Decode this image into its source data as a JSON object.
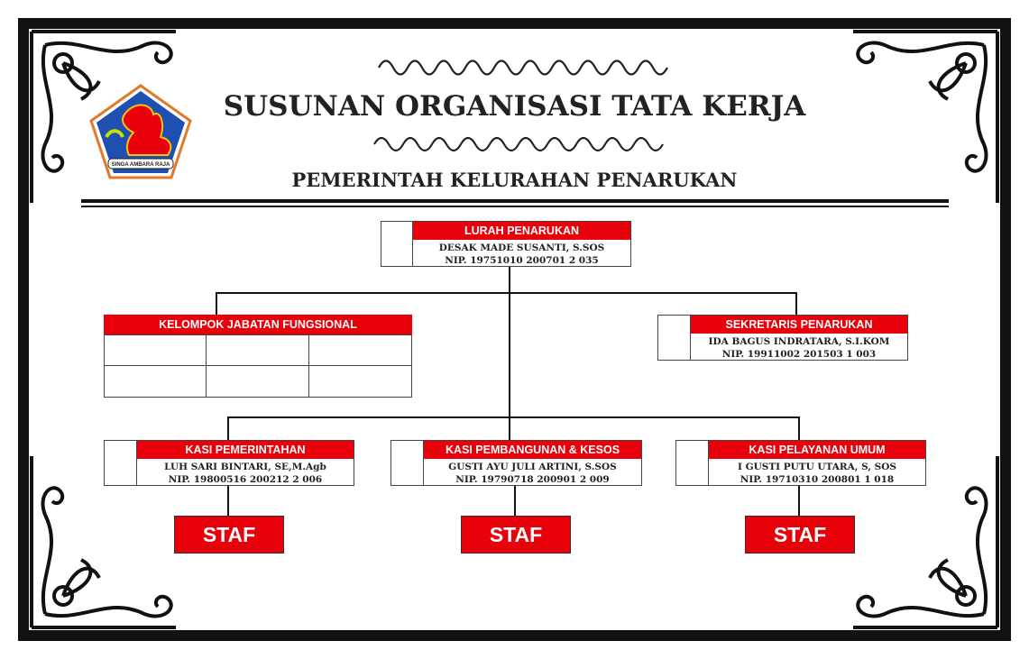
{
  "header": {
    "title": "SUSUNAN ORGANISASI TATA KERJA",
    "subtitle": "PEMERINTAH KELURAHAN PENARUKAN",
    "logo_motto": "SINGA AMBARA RAJA"
  },
  "lurah": {
    "title": "LURAH PENARUKAN",
    "name": "DESAK MADE SUSANTI, S.SOS",
    "nip": "NIP. 19751010 200701 2 035"
  },
  "fungsional": {
    "title": "KELOMPOK JABATAN FUNGSIONAL"
  },
  "sekretaris": {
    "title": "SEKRETARIS PENARUKAN",
    "name": "IDA BAGUS INDRATARA, S.I.KOM",
    "nip": "NIP. 19911002 201503 1 003"
  },
  "kasi": [
    {
      "title": "KASI PEMERINTAHAN",
      "name": "LUH SARI BINTARI, SE,M.Agb",
      "nip": "NIP. 19800516 200212 2 006",
      "staff": "STAF"
    },
    {
      "title": "KASI PEMBANGUNAN & KESOS",
      "name": "GUSTI AYU JULI ARTINI, S.SOS",
      "nip": "NIP. 19790718 200901 2 009",
      "staff": "STAF"
    },
    {
      "title": "KASI PELAYANAN UMUM",
      "name": "I GUSTI PUTU UTARA, S, SOS",
      "nip": "NIP. 19710310 200801 1 018",
      "staff": "STAF"
    }
  ],
  "colors": {
    "red": "#e8000a",
    "frame": "#111111",
    "logo_blue": "#1f4fb0",
    "logo_orange": "#e07a2a"
  }
}
